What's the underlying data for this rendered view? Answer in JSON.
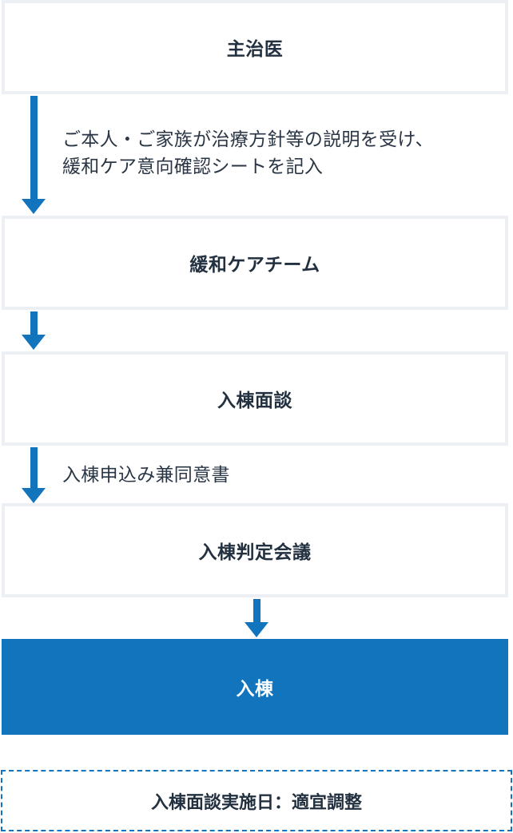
{
  "steps": [
    {
      "label": "主治医"
    },
    {
      "label": "緩和ケアチーム"
    },
    {
      "label": "入棟面談"
    },
    {
      "label": "入棟判定会議"
    },
    {
      "label": "入棟"
    }
  ],
  "captions": {
    "after_doctor": [
      "ご本人・ご家族が治療方針等の説明を受け、",
      "緩和ケア意向確認シートを記入"
    ],
    "after_interview": "入棟申込み兼同意書"
  },
  "note": "入棟面談実施日：適宜調整",
  "colors": {
    "accent": "#1274bd",
    "box_border": "#ecf0f4",
    "text": "#223040"
  }
}
